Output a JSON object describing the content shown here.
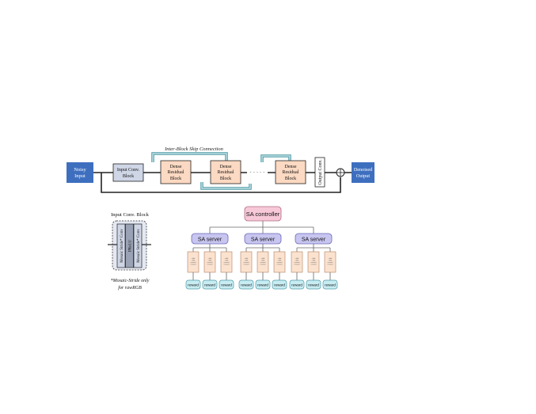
{
  "top": {
    "noisy_input": [
      "Noisy",
      "Input"
    ],
    "input_conv": [
      "Input Conv.",
      "Block"
    ],
    "dense_block": [
      "Dense",
      "Residual",
      "Block"
    ],
    "ellipsis": "· · · · ·",
    "output_conv": "Output Conv.",
    "denoised_output": [
      "Denoised",
      "Output"
    ],
    "skip_label": "Inter-Block Skip Connection"
  },
  "detail": {
    "title": "Input Conv. Block",
    "layers": [
      "Mosaic Stride* Conv",
      "PReLU",
      "Mosaic Stride* Conv"
    ],
    "footnote": [
      "*Mosaic-Stride only",
      "for rawRGB"
    ]
  },
  "sa": {
    "controller": "SA controller",
    "servers": [
      "SA server",
      "SA server",
      "SA server"
    ],
    "worker_lines": [
      "child",
      "reward"
    ],
    "reward": "reward"
  },
  "colors": {
    "io_blue": "#3e6fbf",
    "conv_gray": "#cfd6e6",
    "dense_orange": "#fcd9c2",
    "skip_teal": "#4e9aa6",
    "controller_pink": "#f7c8d8",
    "server_lavender": "#c8c6f0",
    "worker_peach": "#fbe2cf",
    "reward_cyan": "#c7ecf2"
  }
}
